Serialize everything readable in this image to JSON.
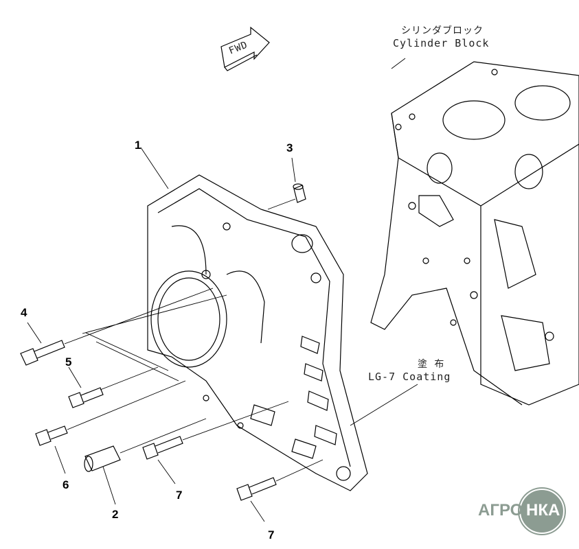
{
  "fwd_label": "FWD",
  "cylinder_block": {
    "jp": "シリンダブロック",
    "en": "Cylinder Block"
  },
  "coating": {
    "jp": "塗 布",
    "en": "LG-7 Coating"
  },
  "callouts": [
    "1",
    "3",
    "4",
    "5",
    "6",
    "2",
    "7",
    "7"
  ],
  "logo": {
    "left": "АГРО",
    "right": "НКА"
  },
  "colors": {
    "line": "#000000",
    "logo": "#8c9c92"
  }
}
